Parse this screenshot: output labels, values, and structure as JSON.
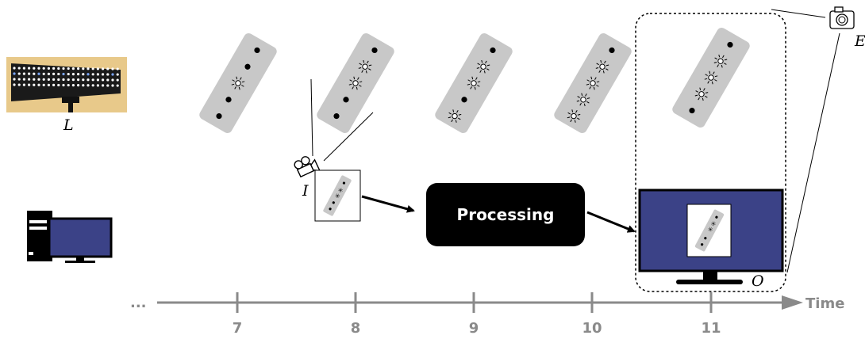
{
  "labels": {
    "led_panel": "L",
    "input_camera": "I",
    "processing": "Processing",
    "output": "O",
    "external_camera": "E"
  },
  "timeline": {
    "leading_ellipsis": "...",
    "ticks": [
      "7",
      "8",
      "9",
      "10",
      "11"
    ],
    "axis_label": "Time"
  },
  "frames": [
    {
      "slot": "7",
      "leds": [
        "dot",
        "dot",
        "lit",
        "dot",
        "dot"
      ]
    },
    {
      "slot": "8",
      "leds": [
        "dot",
        "lit",
        "lit",
        "dot",
        "dot"
      ]
    },
    {
      "slot": "9",
      "leds": [
        "dot",
        "lit",
        "lit",
        "dot",
        "lit"
      ]
    },
    {
      "slot": "10",
      "leds": [
        "dot",
        "lit",
        "lit",
        "lit",
        "lit"
      ]
    },
    {
      "slot": "11",
      "leds": [
        "dot",
        "lit",
        "lit",
        "lit",
        "dot"
      ]
    }
  ],
  "colors": {
    "strip_fill": "#c8c8c8",
    "monitor_fill": "#3b4287",
    "processing_fill": "#000000",
    "timeline": "#8a8a8a",
    "panel_background": "#e8c98a"
  }
}
